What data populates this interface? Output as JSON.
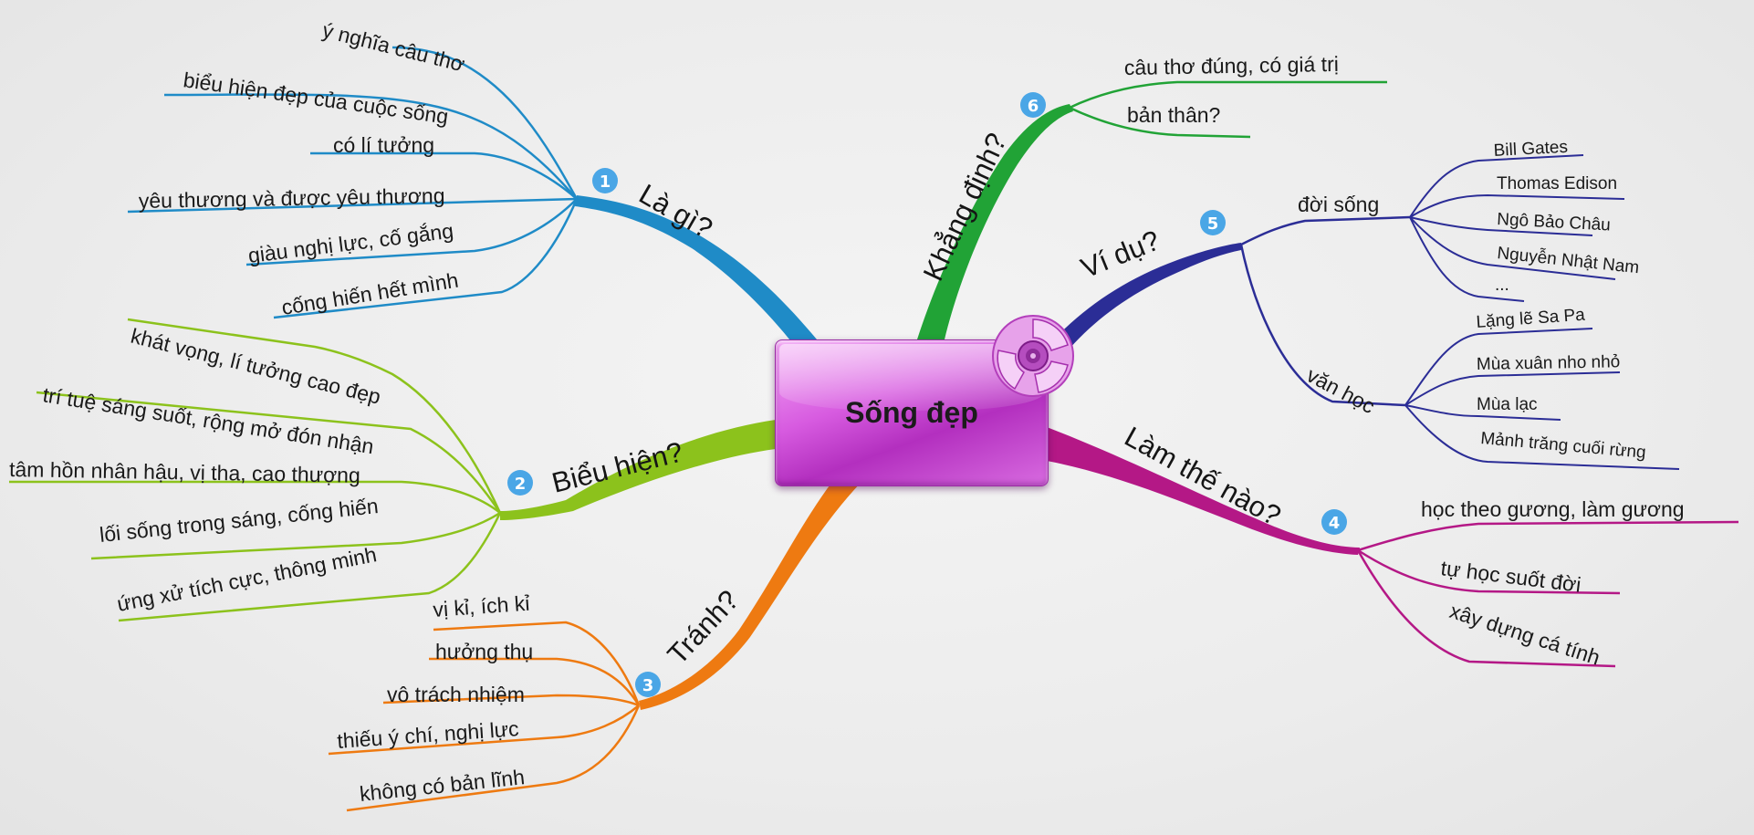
{
  "center": {
    "title": "Sống đẹp"
  },
  "branches": [
    {
      "number": "1",
      "title": "Là gì?",
      "color": "#1f8bc7",
      "leaves": [
        "ý nghĩa câu thơ",
        "biểu hiện đẹp của cuộc sống",
        "có lí tưởng",
        "yêu thương và được yêu thương",
        "giàu nghị lực, cố gắng",
        "cống hiến hết mình"
      ]
    },
    {
      "number": "2",
      "title": "Biểu hiện?",
      "color": "#8cc21c",
      "leaves": [
        "khát vọng, lí tưởng cao đẹp",
        "trí tuệ sáng suốt, rộng mở đón nhận",
        "tâm hồn nhân hậu, vị tha, cao thượng",
        "lối sống trong sáng, cống hiến",
        "ứng xử tích cực, thông minh"
      ]
    },
    {
      "number": "3",
      "title": "Tránh?",
      "color": "#ee7a11",
      "leaves": [
        "vị kỉ, ích kỉ",
        "hưởng thụ",
        "vô trách nhiệm",
        "thiếu ý chí, nghị lực",
        "không có bản lĩnh"
      ]
    },
    {
      "number": "4",
      "title": "Làm thế nào?",
      "color": "#b41886",
      "leaves": [
        "học theo gương, làm gương",
        "tự học suốt đời",
        "xây dựng cá tính"
      ]
    },
    {
      "number": "5",
      "title": "Ví dụ?",
      "color": "#2b2d96",
      "groups": [
        {
          "title": "đời sống",
          "leaves": [
            "Bill Gates",
            "Thomas Edison",
            "Ngô Bảo Châu",
            "Nguyễn Nhật Nam",
            "..."
          ]
        },
        {
          "title": "văn học",
          "leaves": [
            "Lặng lẽ Sa Pa",
            "Mùa xuân nho nhỏ",
            "Mùa lạc",
            "Mảnh trăng cuối rừng"
          ]
        }
      ]
    },
    {
      "number": "6",
      "title": "Khẳng định?",
      "color": "#21a336",
      "leaves": [
        "câu thơ đúng, có giá trị",
        "bản thân?"
      ]
    }
  ],
  "badge_color": "#4aa6e6"
}
